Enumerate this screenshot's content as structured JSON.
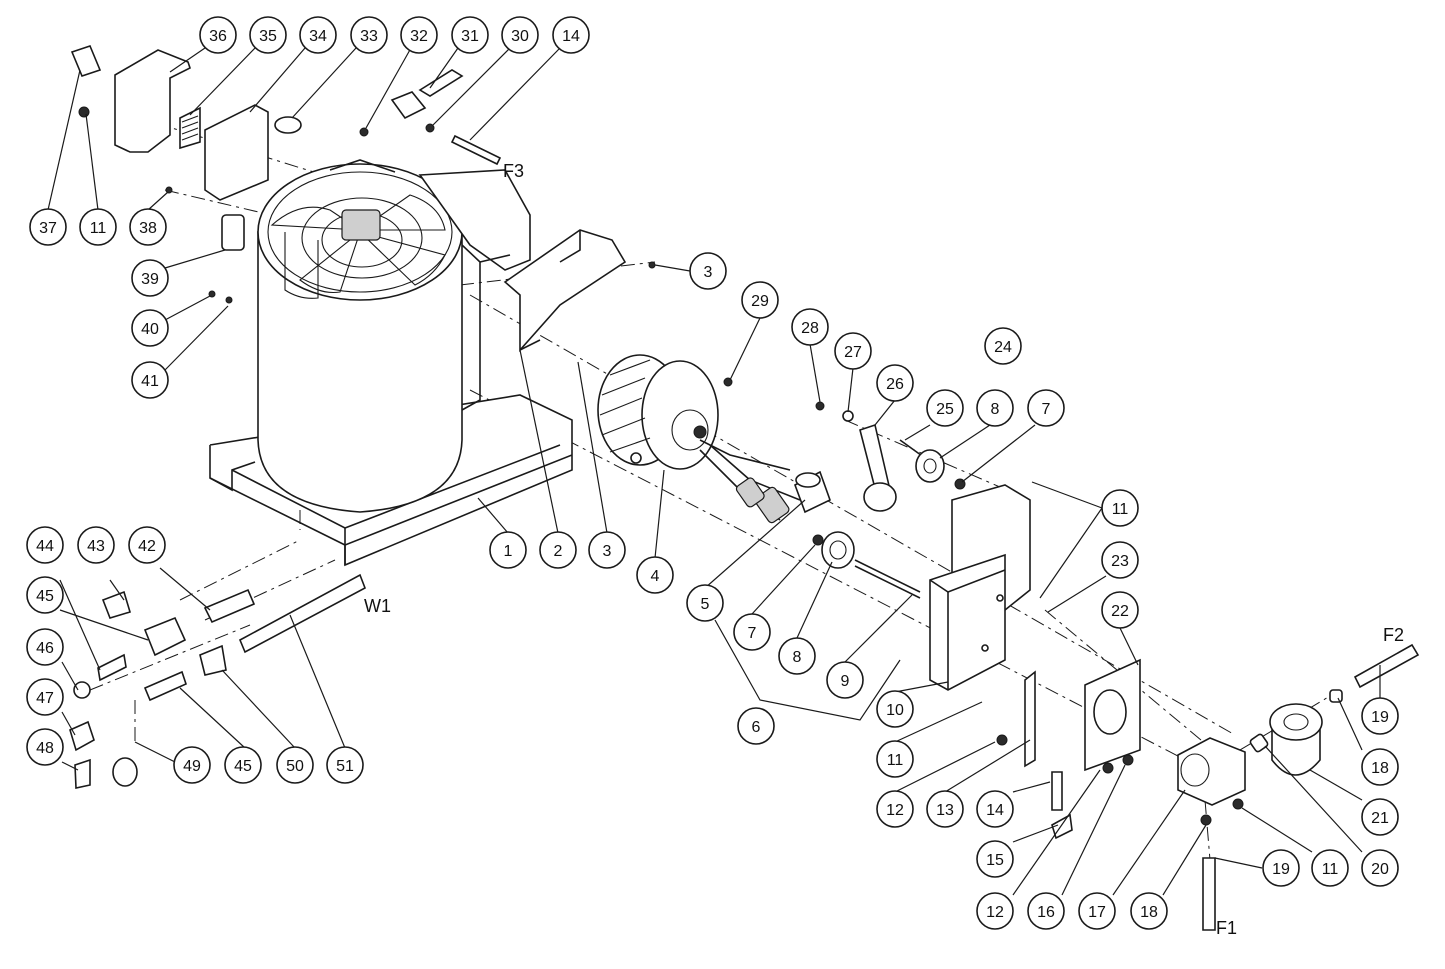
{
  "balloons": [
    {
      "label": "36"
    },
    {
      "label": "35"
    },
    {
      "label": "34"
    },
    {
      "label": "33"
    },
    {
      "label": "32"
    },
    {
      "label": "31"
    },
    {
      "label": "30"
    },
    {
      "label": "14"
    },
    {
      "label": "37"
    },
    {
      "label": "11"
    },
    {
      "label": "38"
    },
    {
      "label": "39"
    },
    {
      "label": "40"
    },
    {
      "label": "41"
    },
    {
      "label": "3"
    },
    {
      "label": "29"
    },
    {
      "label": "28"
    },
    {
      "label": "27"
    },
    {
      "label": "24"
    },
    {
      "label": "26"
    },
    {
      "label": "25"
    },
    {
      "label": "8"
    },
    {
      "label": "7"
    },
    {
      "label": "11"
    },
    {
      "label": "23"
    },
    {
      "label": "22"
    },
    {
      "label": "1"
    },
    {
      "label": "2"
    },
    {
      "label": "3"
    },
    {
      "label": "4"
    },
    {
      "label": "5"
    },
    {
      "label": "7"
    },
    {
      "label": "8"
    },
    {
      "label": "9"
    },
    {
      "label": "6"
    },
    {
      "label": "10"
    },
    {
      "label": "11"
    },
    {
      "label": "12"
    },
    {
      "label": "13"
    },
    {
      "label": "14"
    },
    {
      "label": "15"
    },
    {
      "label": "12"
    },
    {
      "label": "16"
    },
    {
      "label": "17"
    },
    {
      "label": "18"
    },
    {
      "label": "19"
    },
    {
      "label": "11"
    },
    {
      "label": "20"
    },
    {
      "label": "21"
    },
    {
      "label": "18"
    },
    {
      "label": "19"
    },
    {
      "label": "44"
    },
    {
      "label": "43"
    },
    {
      "label": "42"
    },
    {
      "label": "45"
    },
    {
      "label": "46"
    },
    {
      "label": "47"
    },
    {
      "label": "48"
    },
    {
      "label": "49"
    },
    {
      "label": "45"
    },
    {
      "label": "50"
    },
    {
      "label": "51"
    }
  ],
  "free_labels": {
    "f3": "F3",
    "f2": "F2",
    "f1": "F1",
    "w1": "W1"
  }
}
